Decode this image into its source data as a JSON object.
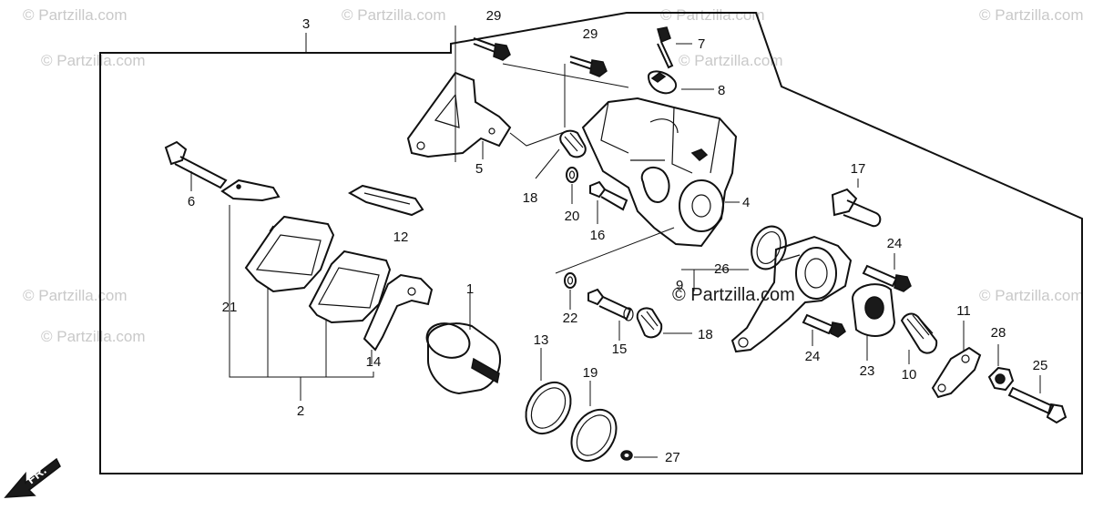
{
  "diagram": {
    "callouts": {
      "c1": "1",
      "c2": "2",
      "c3": "3",
      "c4": "4",
      "c5": "5",
      "c6": "6",
      "c7": "7",
      "c8": "8",
      "c9": "9",
      "c10": "10",
      "c11": "11",
      "c12": "12",
      "c13": "13",
      "c14": "14",
      "c15": "15",
      "c16": "16",
      "c17": "17",
      "c18a": "18",
      "c18b": "18",
      "c19": "19",
      "c20": "20",
      "c21": "21",
      "c22": "22",
      "c23": "23",
      "c24a": "24",
      "c24b": "24",
      "c25": "25",
      "c26": "26",
      "c27": "27",
      "c28": "28",
      "c29a": "29",
      "c29b": "29"
    },
    "watermarks": {
      "w1": "© Partzilla.com",
      "w2": "© Partzilla.com",
      "w3": "© Partzilla.com",
      "w4": "© Partzilla.com",
      "w5": "© Partzilla.com",
      "w6": "© Partzilla.com",
      "w7": "© Partzilla.com",
      "w8": "© Partzilla.com",
      "w9": "© Partzilla.com",
      "center": "© Partzilla.com"
    },
    "direction_label": "FR."
  }
}
